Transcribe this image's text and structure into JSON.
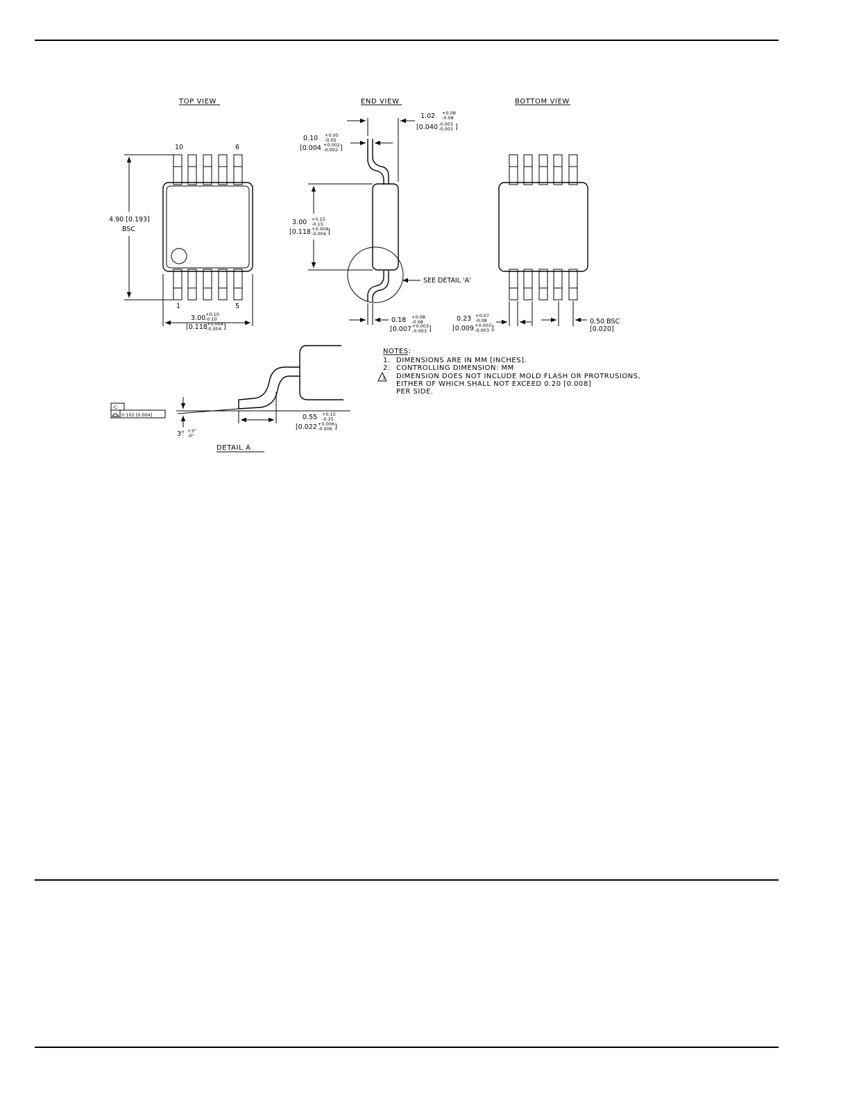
{
  "views": {
    "top": {
      "title": "TOP VIEW",
      "pin_10": "10",
      "pin_6": "6",
      "pin_1": "1",
      "pin_5": "5",
      "length_value": "4.90 [0.193]",
      "length_bsc": "BSC",
      "width_value": "3.00",
      "width_tol_plus": "+0.10",
      "width_tol_minus": "-0.10",
      "width_inch": "[0.118",
      "width_inch_tol_plus": "+0.004",
      "width_inch_tol_minus": "-0.004",
      "width_inch_close": "]"
    },
    "end": {
      "title": "END VIEW",
      "height_value": "1.02",
      "height_tol_plus": "+0.08",
      "height_tol_minus": "-0.08",
      "height_inch": "[0.040",
      "height_inch_tol_plus": "-0.003",
      "height_inch_tol_minus": "-0.003",
      "height_inch_close": "]",
      "standoff_value": "0.10",
      "standoff_tol_plus": "+0.05",
      "standoff_tol_minus": "-0.05",
      "standoff_inch": "[0.004",
      "standoff_inch_tol_plus": "+0.002",
      "standoff_inch_tol_minus": "-0.002",
      "standoff_inch_close": "]",
      "body_width_value": "3.00",
      "body_width_tol_plus": "+0.15",
      "body_width_tol_minus": "-0.15",
      "body_width_inch": "[0.118",
      "body_width_inch_tol_plus": "+0.004",
      "body_width_inch_tol_minus": "-0.004",
      "body_width_inch_close": "]",
      "detail_callout": "SEE DETAIL 'A'",
      "lead_thk_value": "0.18",
      "lead_thk_tol_plus": "+0.08",
      "lead_thk_tol_minus": "-0.08",
      "lead_thk_inch": "[0.007",
      "lead_thk_inch_tol_plus": "+0.003",
      "lead_thk_inch_tol_minus": "-0.003",
      "lead_thk_inch_close": "]"
    },
    "bottom": {
      "title": "BOTTOM VIEW",
      "lead_w_value": "0.23",
      "lead_w_tol_plus": "+0.07",
      "lead_w_tol_minus": "-0.08",
      "lead_w_inch": "[0.009",
      "lead_w_inch_tol_plus": "+0.003",
      "lead_w_inch_tol_minus": "-0.003",
      "lead_w_inch_close": "]",
      "pitch_value": "0.50 BSC",
      "pitch_inch": "[0.020]"
    },
    "detail": {
      "title": "DETAIL A",
      "datum": "-C-",
      "flatness": "0.102 [0.004]",
      "angle": "3°",
      "angle_tol_plus": "+3°",
      "angle_tol_minus": "-0°",
      "foot_value": "0.55",
      "foot_tol_plus": "+0.15",
      "foot_tol_minus": "-0.15",
      "foot_inch": "[0.022",
      "foot_inch_tol_plus": "+0.006",
      "foot_inch_tol_minus": "-0.006",
      "foot_inch_close": "]"
    }
  },
  "notes": {
    "heading": "NOTES:",
    "items": [
      {
        "num": "1.",
        "text": "DIMENSIONS ARE IN MM [INCHES]."
      },
      {
        "num": "2.",
        "text": "CONTROLLING DIMENSION: MM"
      },
      {
        "num": "3",
        "text": "DIMENSION DOES NOT INCLUDE MOLD FLASH OR PROTRUSIONS,"
      }
    ],
    "continuation_1": "EITHER OF WHICH SHALL NOT EXCEED 0.20 [0.008]",
    "continuation_2": "PER SIDE."
  }
}
